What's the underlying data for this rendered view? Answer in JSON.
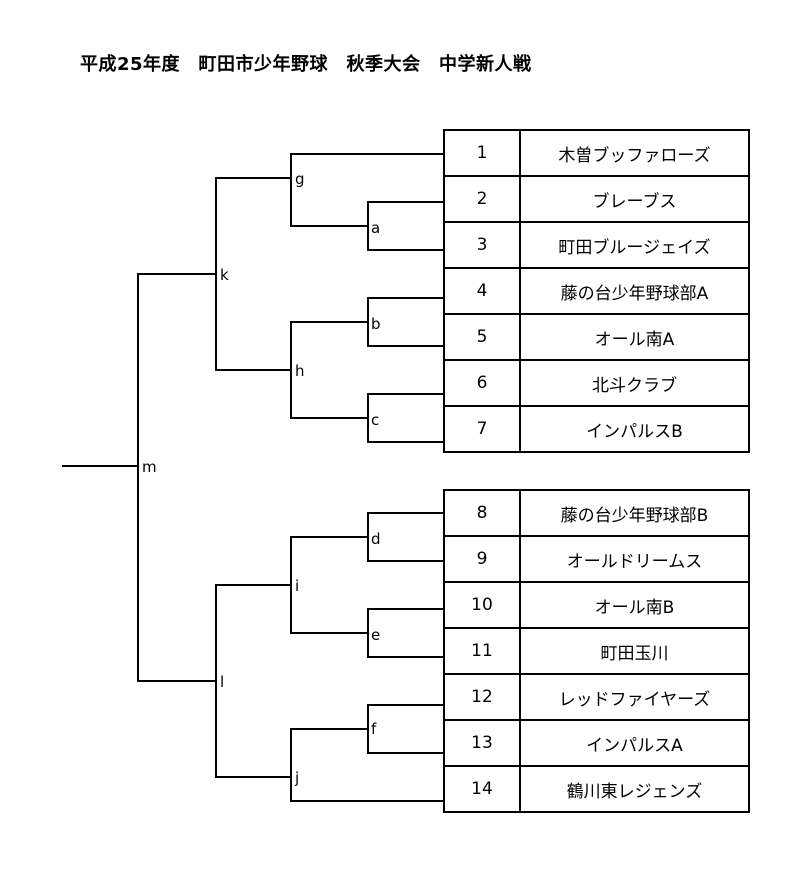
{
  "title": "平成25年度　町田市少年野球　秋季大会　中学新人戦",
  "groups": [
    {
      "teams": [
        {
          "num": "1",
          "name": "木曽ブッファローズ"
        },
        {
          "num": "2",
          "name": "ブレーブス"
        },
        {
          "num": "3",
          "name": "町田ブルージェイズ"
        },
        {
          "num": "4",
          "name": "藤の台少年野球部A"
        },
        {
          "num": "5",
          "name": "オール南A"
        },
        {
          "num": "6",
          "name": "北斗クラブ"
        },
        {
          "num": "7",
          "name": "インパルスB"
        }
      ]
    },
    {
      "teams": [
        {
          "num": "8",
          "name": "藤の台少年野球部B"
        },
        {
          "num": "9",
          "name": "オールドリームス"
        },
        {
          "num": "10",
          "name": "オール南B"
        },
        {
          "num": "11",
          "name": "町田玉川"
        },
        {
          "num": "12",
          "name": "レッドファイヤーズ"
        },
        {
          "num": "13",
          "name": "インパルスA"
        },
        {
          "num": "14",
          "name": "鶴川東レジェンズ"
        }
      ]
    }
  ],
  "matches": [
    "a",
    "b",
    "c",
    "d",
    "e",
    "f",
    "g",
    "h",
    "i",
    "j",
    "k",
    "l",
    "m"
  ]
}
